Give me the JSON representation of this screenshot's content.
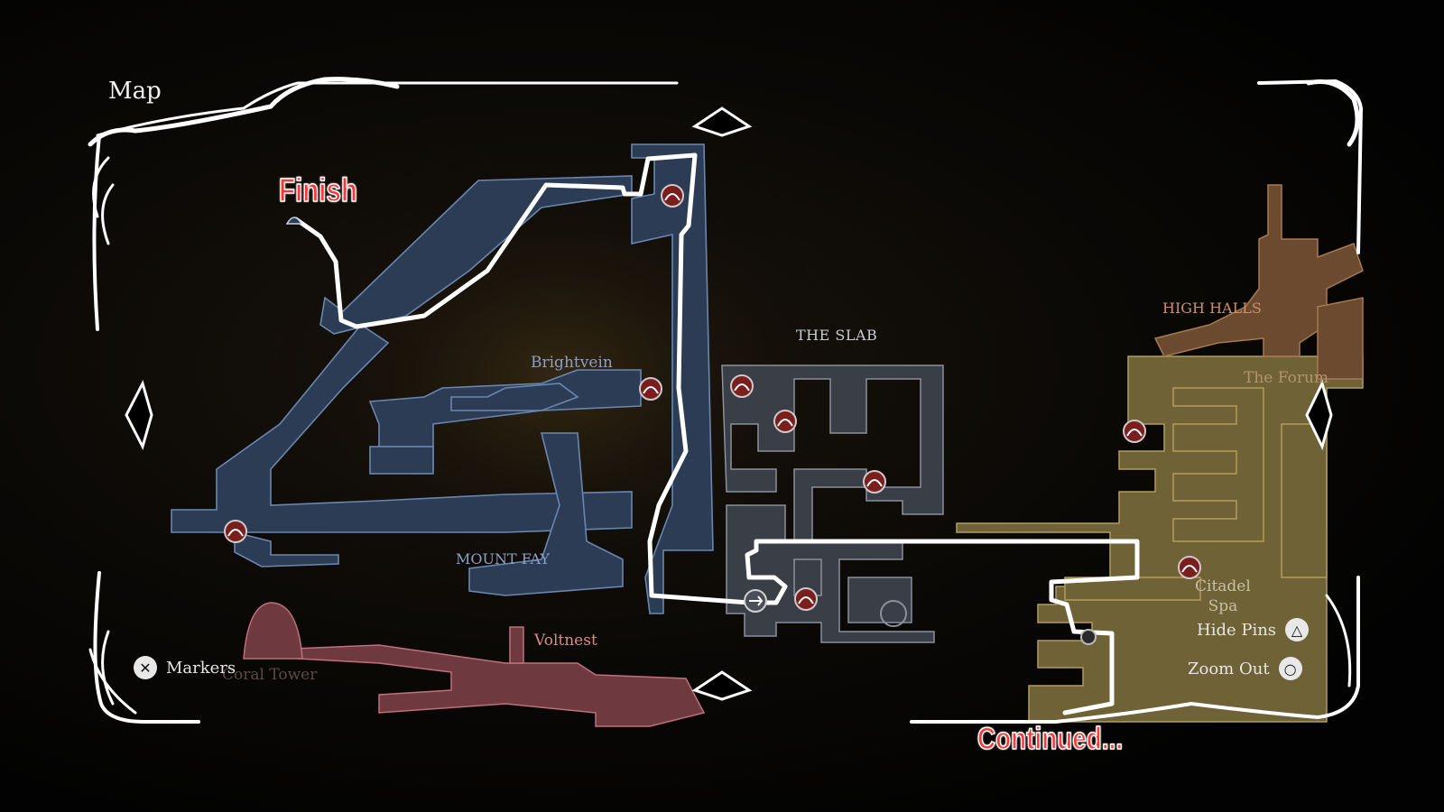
{
  "screen": {
    "title": "Map"
  },
  "regions": {
    "brightvein": "Brightvein",
    "the_slab": "THE SLAB",
    "high_halls": "HIGH HALLS",
    "the_forum": "The Forum",
    "mount_fay": "MOUNT FAY",
    "voltnest": "Voltnest",
    "coral_tower": "Coral Tower",
    "citadel_spa_line1": "Citadel",
    "citadel_spa_line2": "Spa"
  },
  "annotations": {
    "finish": "Finish",
    "continued": "Continued..."
  },
  "controls": {
    "markers": {
      "label": "Markers",
      "button_icon": "cross-button-icon"
    },
    "hide_pins": {
      "label": "Hide Pins",
      "button_icon": "triangle-button-icon"
    },
    "zoom_out": {
      "label": "Zoom Out",
      "button_icon": "circle-button-icon"
    }
  },
  "colors": {
    "route": "#ffffff",
    "annotation_red": "#ff3636",
    "region_blue": "#2c3c55",
    "region_grey": "#3a3e46",
    "region_gold": "#6e6236",
    "region_brown": "#6b4a30",
    "region_pink": "#6e3a40",
    "frame": "#ffffff",
    "bench_pin": "#7a1e1e"
  }
}
